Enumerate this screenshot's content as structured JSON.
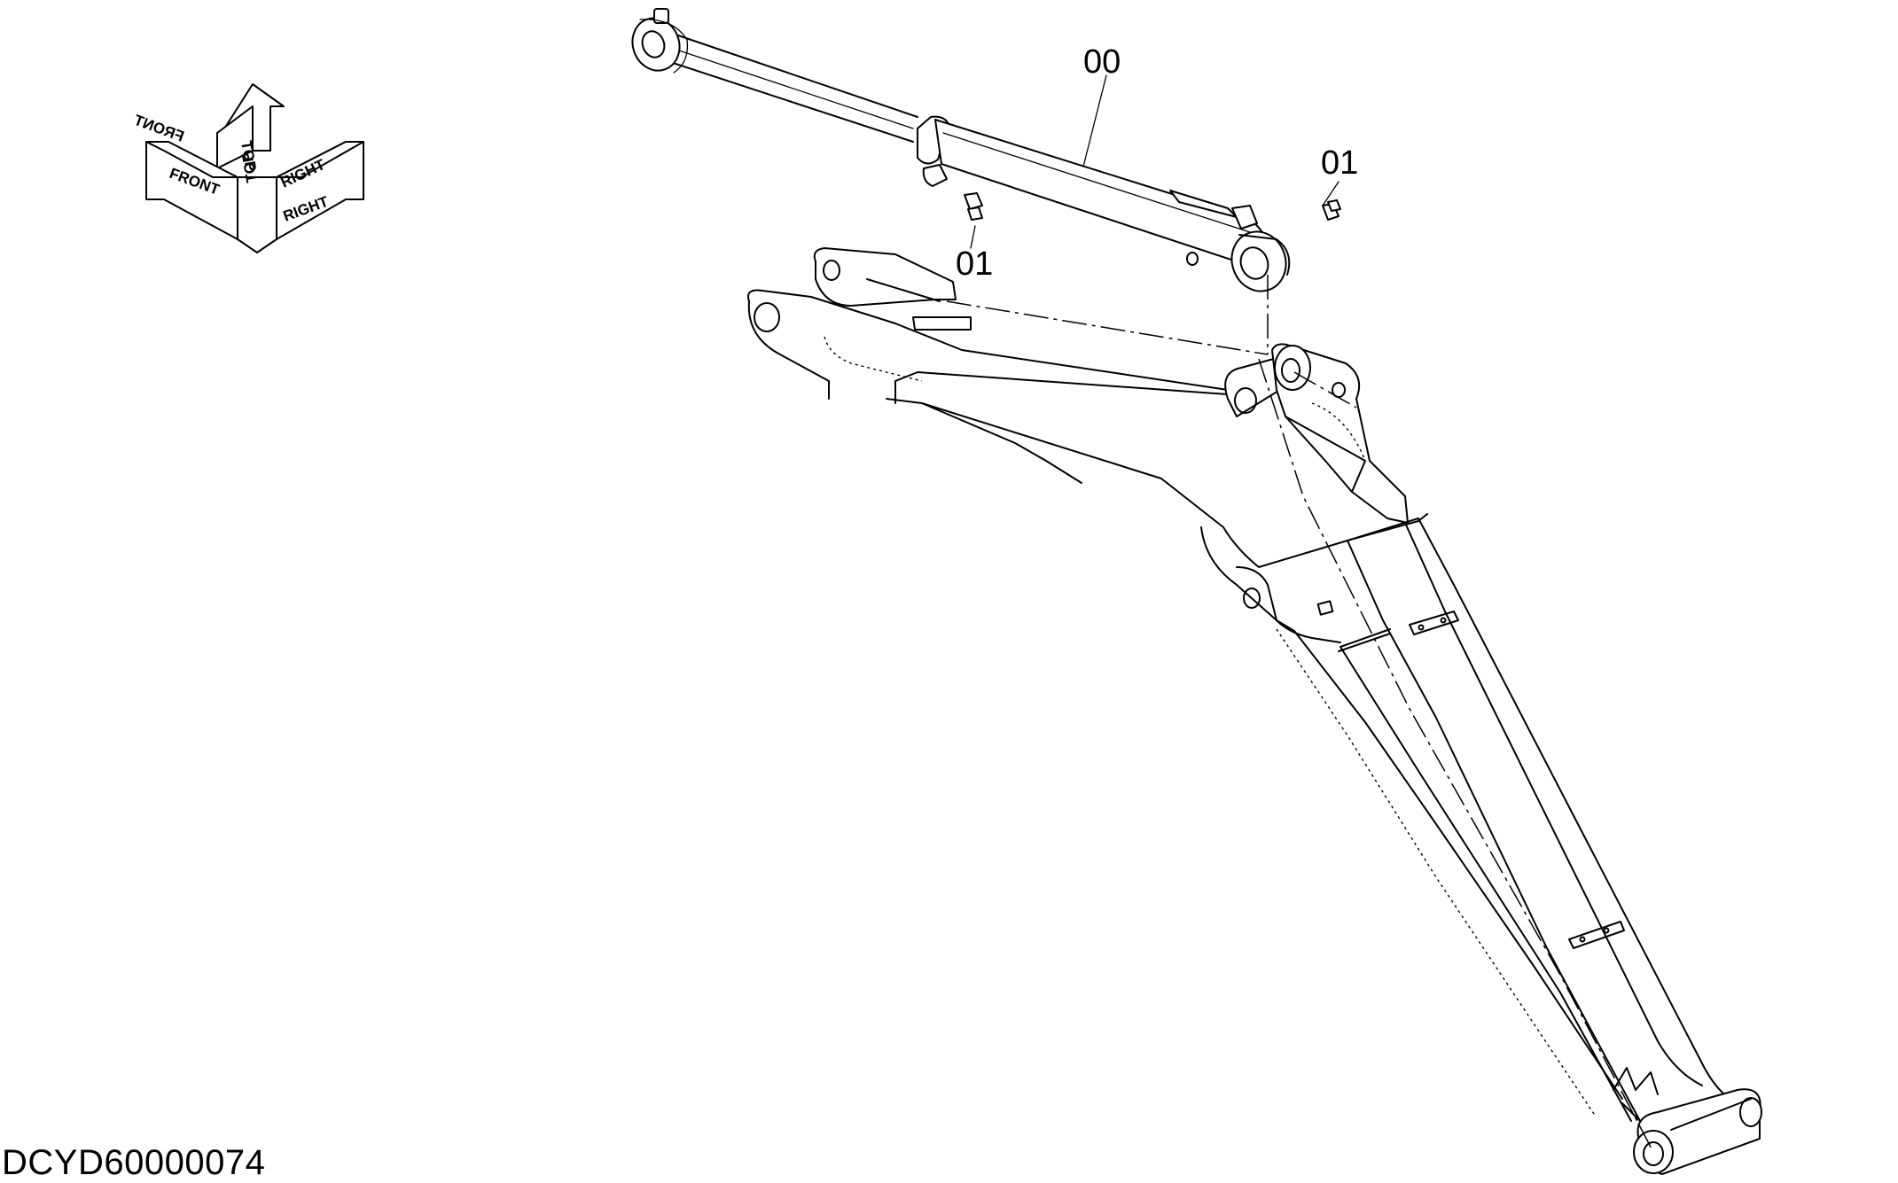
{
  "drawing_code": "DCYD60000074",
  "orientation": {
    "front": "FRONT",
    "top": "TOP",
    "right": "RIGHT"
  },
  "callouts": [
    {
      "id": "cylinder",
      "label": "00"
    },
    {
      "id": "fitting-right",
      "label": "01"
    },
    {
      "id": "fitting-left",
      "label": "01"
    }
  ]
}
